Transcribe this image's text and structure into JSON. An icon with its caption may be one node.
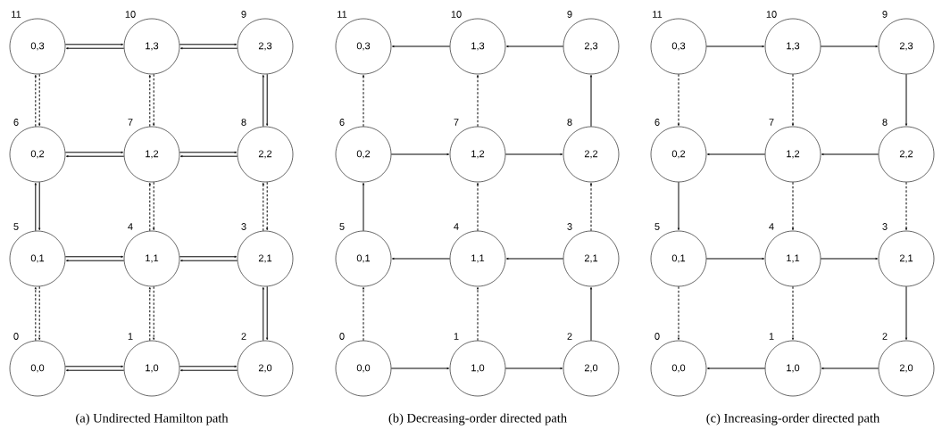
{
  "diagram": {
    "nodes": [
      {
        "text": [
          "0,3"
        ],
        "beside": [
          "11"
        ]
      },
      {
        "text": [
          "1,3"
        ],
        "beside": [
          "10"
        ]
      },
      {
        "text": [
          "2,3"
        ],
        "beside": [
          "9"
        ]
      },
      {
        "text": [
          "0,2"
        ],
        "beside": [
          "6"
        ]
      },
      {
        "text": [
          "1,2"
        ],
        "beside": [
          "7"
        ]
      },
      {
        "text": [
          "2,2"
        ],
        "beside": [
          "8"
        ]
      },
      {
        "text": [
          "0,1"
        ],
        "beside": [
          "5"
        ]
      },
      {
        "text": [
          "1,1"
        ],
        "beside": [
          "4"
        ]
      },
      {
        "text": [
          "2,1"
        ],
        "beside": [
          "3"
        ]
      },
      {
        "text": [
          "0,0"
        ],
        "beside": [
          "0"
        ]
      },
      {
        "text": [
          "1,0"
        ],
        "beside": [
          "1"
        ]
      },
      {
        "text": [
          "2,0"
        ],
        "beside": [
          "2"
        ]
      },
      {
        "text": [
          "0,3"
        ],
        "beside": [
          "11"
        ]
      },
      {
        "text": [
          "1,3"
        ],
        "beside": [
          "10"
        ]
      },
      {
        "text": [
          "2,3"
        ],
        "beside": [
          "9"
        ]
      },
      {
        "text": [
          "0,2"
        ],
        "beside": [
          "6"
        ]
      },
      {
        "text": [
          "1,2"
        ],
        "beside": [
          "7"
        ]
      },
      {
        "text": [
          "2,2"
        ],
        "beside": [
          "8"
        ]
      },
      {
        "text": [
          "0,1"
        ],
        "beside": [
          "5"
        ]
      },
      {
        "text": [
          "1,1"
        ],
        "beside": [
          "4"
        ]
      },
      {
        "text": [
          "2,1"
        ],
        "beside": [
          "3"
        ]
      },
      {
        "text": [
          "0,0"
        ],
        "beside": [
          "0"
        ]
      },
      {
        "text": [
          "1,0"
        ],
        "beside": [
          "1"
        ]
      },
      {
        "text": [
          "2,0"
        ],
        "beside": [
          "2"
        ]
      },
      {
        "text": [
          "0,3"
        ],
        "beside": [
          "11"
        ]
      },
      {
        "text": [
          "1,3"
        ],
        "beside": [
          "10"
        ]
      },
      {
        "text": [
          "2,3"
        ],
        "beside": [
          "9"
        ]
      },
      {
        "text": [
          "0,2"
        ],
        "beside": [
          "6"
        ]
      },
      {
        "text": [
          "1,2"
        ],
        "beside": [
          "7"
        ]
      },
      {
        "text": [
          "2,2"
        ],
        "beside": [
          "8"
        ]
      },
      {
        "text": [
          "0,1"
        ],
        "beside": [
          "5"
        ]
      },
      {
        "text": [
          "1,1"
        ],
        "beside": [
          "4"
        ]
      },
      {
        "text": [
          "2,1"
        ],
        "beside": [
          "3"
        ]
      },
      {
        "text": [
          "0,0"
        ],
        "beside": [
          "0"
        ]
      },
      {
        "text": [
          "1,0"
        ],
        "beside": [
          "1"
        ]
      },
      {
        "text": [
          "2,0"
        ],
        "beside": [
          "2"
        ]
      }
    ],
    "edges": [
      {
        "from": 0,
        "to": 1,
        "arrow": "to"
      },
      {
        "from": 1,
        "to": 0,
        "arrow": "to"
      },
      {
        "from": 1,
        "to": 2,
        "arrow": "to"
      },
      {
        "from": 2,
        "to": 1,
        "arrow": "to"
      },
      {
        "from": 3,
        "to": 4,
        "arrow": "to"
      },
      {
        "from": 4,
        "to": 3,
        "arrow": "to"
      },
      {
        "from": 4,
        "to": 5,
        "arrow": "to"
      },
      {
        "from": 5,
        "to": 4,
        "arrow": "to"
      },
      {
        "from": 6,
        "to": 7,
        "arrow": "to"
      },
      {
        "from": 7,
        "to": 6,
        "arrow": "to"
      },
      {
        "from": 7,
        "to": 8,
        "arrow": "to"
      },
      {
        "from": 8,
        "to": 7,
        "arrow": "to"
      },
      {
        "from": 9,
        "to": 10,
        "arrow": "to"
      },
      {
        "from": 10,
        "to": 9,
        "arrow": "to"
      },
      {
        "from": 10,
        "to": 11,
        "arrow": "to"
      },
      {
        "from": 11,
        "to": 10,
        "arrow": "to"
      },
      {
        "from": 3,
        "to": 0,
        "arrow": "to",
        "style": "dashed"
      },
      {
        "from": 0,
        "to": 3,
        "arrow": "to",
        "style": "dashed"
      },
      {
        "from": 6,
        "to": 3,
        "arrow": "to"
      },
      {
        "from": 3,
        "to": 6,
        "arrow": "to"
      },
      {
        "from": 9,
        "to": 6,
        "arrow": "to",
        "style": "dashed"
      },
      {
        "from": 6,
        "to": 9,
        "arrow": "to",
        "style": "dashed"
      },
      {
        "from": 4,
        "to": 1,
        "arrow": "to",
        "style": "dashed"
      },
      {
        "from": 1,
        "to": 4,
        "arrow": "to",
        "style": "dashed"
      },
      {
        "from": 7,
        "to": 4,
        "arrow": "to",
        "style": "dashed"
      },
      {
        "from": 4,
        "to": 7,
        "arrow": "to",
        "style": "dashed"
      },
      {
        "from": 10,
        "to": 7,
        "arrow": "to",
        "style": "dashed"
      },
      {
        "from": 7,
        "to": 10,
        "arrow": "to",
        "style": "dashed"
      },
      {
        "from": 5,
        "to": 2,
        "arrow": "to"
      },
      {
        "from": 2,
        "to": 5,
        "arrow": "to"
      },
      {
        "from": 8,
        "to": 5,
        "arrow": "to",
        "style": "dashed"
      },
      {
        "from": 5,
        "to": 8,
        "arrow": "to",
        "style": "dashed"
      },
      {
        "from": 11,
        "to": 8,
        "arrow": "to"
      },
      {
        "from": 8,
        "to": 11,
        "arrow": "to"
      },
      {
        "from": 14,
        "to": 13,
        "arrow": "to"
      },
      {
        "from": 13,
        "to": 12,
        "arrow": "to"
      },
      {
        "from": 15,
        "to": 16,
        "arrow": "to"
      },
      {
        "from": 16,
        "to": 17,
        "arrow": "to"
      },
      {
        "from": 20,
        "to": 19,
        "arrow": "to"
      },
      {
        "from": 19,
        "to": 18,
        "arrow": "to"
      },
      {
        "from": 21,
        "to": 22,
        "arrow": "to"
      },
      {
        "from": 22,
        "to": 23,
        "arrow": "to"
      },
      {
        "from": 15,
        "to": 12,
        "arrow": "to",
        "style": "dashed"
      },
      {
        "from": 18,
        "to": 15,
        "arrow": "to"
      },
      {
        "from": 21,
        "to": 18,
        "arrow": "to",
        "style": "dashed"
      },
      {
        "from": 16,
        "to": 13,
        "arrow": "to",
        "style": "dashed"
      },
      {
        "from": 19,
        "to": 16,
        "arrow": "to",
        "style": "dashed"
      },
      {
        "from": 22,
        "to": 19,
        "arrow": "to",
        "style": "dashed"
      },
      {
        "from": 17,
        "to": 14,
        "arrow": "to"
      },
      {
        "from": 20,
        "to": 17,
        "arrow": "to",
        "style": "dashed"
      },
      {
        "from": 23,
        "to": 20,
        "arrow": "to"
      },
      {
        "from": 24,
        "to": 25,
        "arrow": "to"
      },
      {
        "from": 25,
        "to": 26,
        "arrow": "to"
      },
      {
        "from": 29,
        "to": 28,
        "arrow": "to"
      },
      {
        "from": 28,
        "to": 27,
        "arrow": "to"
      },
      {
        "from": 30,
        "to": 31,
        "arrow": "to"
      },
      {
        "from": 31,
        "to": 32,
        "arrow": "to"
      },
      {
        "from": 35,
        "to": 34,
        "arrow": "to"
      },
      {
        "from": 34,
        "to": 33,
        "arrow": "to"
      },
      {
        "from": 24,
        "to": 27,
        "arrow": "to",
        "style": "dashed"
      },
      {
        "from": 27,
        "to": 30,
        "arrow": "to"
      },
      {
        "from": 30,
        "to": 33,
        "arrow": "to",
        "style": "dashed"
      },
      {
        "from": 25,
        "to": 28,
        "arrow": "to",
        "style": "dashed"
      },
      {
        "from": 28,
        "to": 31,
        "arrow": "to",
        "style": "dashed"
      },
      {
        "from": 31,
        "to": 34,
        "arrow": "to",
        "style": "dashed"
      },
      {
        "from": 26,
        "to": 29,
        "arrow": "to"
      },
      {
        "from": 29,
        "to": 32,
        "arrow": "to",
        "style": "dashed"
      },
      {
        "from": 32,
        "to": 35,
        "arrow": "to"
      }
    ],
    "labels": [
      "(a) Undirected Hamilton path",
      "(b) Decreasing-order directed path",
      "(c) Increasing-order directed path"
    ]
  }
}
